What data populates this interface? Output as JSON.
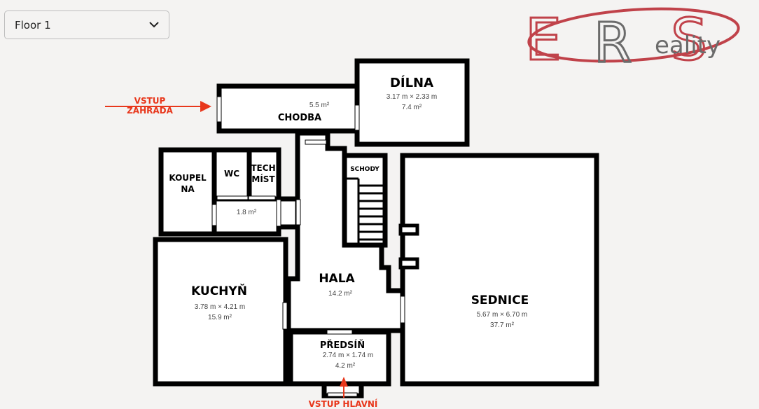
{
  "floor_selector": {
    "selected": "Floor 1",
    "icon": "chevron-down-icon"
  },
  "logo": {
    "letters": "ERS",
    "suffix": "eality",
    "colors": {
      "red": "#c0424a",
      "gray": "#6b6b6b"
    }
  },
  "rooms": {
    "chodba": {
      "name": "CHODBA",
      "area": "5.5 m²"
    },
    "dilna": {
      "name": "DÍLNA",
      "dims": "3.17 m × 2.33 m",
      "area": "7.4 m²"
    },
    "koupelna": {
      "name_line1": "KOUPEL",
      "name_line2": "NA"
    },
    "wc": {
      "name": "WC"
    },
    "tech": {
      "name_line1": "TECH",
      "name_line2": "MÍST"
    },
    "passage": {
      "area": "1.8 m²"
    },
    "schody": {
      "name": "SCHODY"
    },
    "hala": {
      "name": "HALA",
      "area": "14.2 m²"
    },
    "kuchyn": {
      "name": "KUCHYŇ",
      "dims": "3.78 m × 4.21 m",
      "area": "15.9 m²"
    },
    "sednice": {
      "name": "SEDNICE",
      "dims": "5.67 m × 6.70 m",
      "area": "37.7 m²"
    },
    "predsin": {
      "name": "PŘEDSÍŇ",
      "dims": "2.74 m × 1.74 m",
      "area": "4.2 m²"
    }
  },
  "annotations": {
    "garden_entry_line1": "VSTUP",
    "garden_entry_line2": "ZAHRADA",
    "main_entry": "VSTUP HLAVNÍ",
    "color": "#e8371c"
  }
}
